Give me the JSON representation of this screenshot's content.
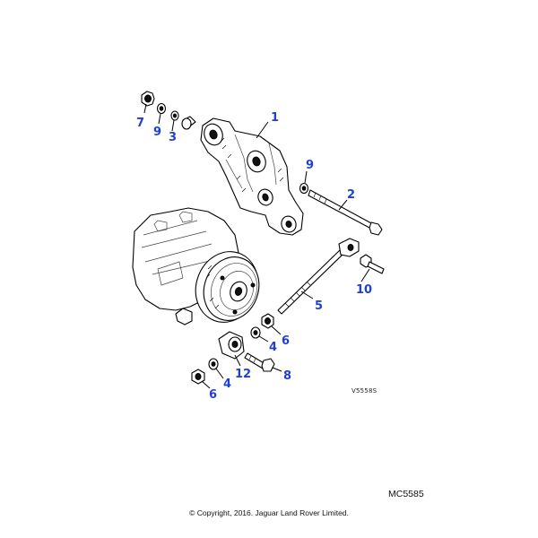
{
  "diagram": {
    "reference_code": "V5558S",
    "figure_code": "MC5585",
    "copyright": "© Copyright, 2016. Jaguar Land Rover Limited."
  },
  "callouts": {
    "c1": "1",
    "c2": "2",
    "c3": "3",
    "c4a": "4",
    "c4b": "4",
    "c5": "5",
    "c6a": "6",
    "c6b": "6",
    "c7": "7",
    "c8": "8",
    "c9a": "9",
    "c9b": "9",
    "c10": "10",
    "c12": "12"
  },
  "colors": {
    "callout": "#1f3fd6",
    "line": "#000000",
    "background": "#ffffff"
  }
}
